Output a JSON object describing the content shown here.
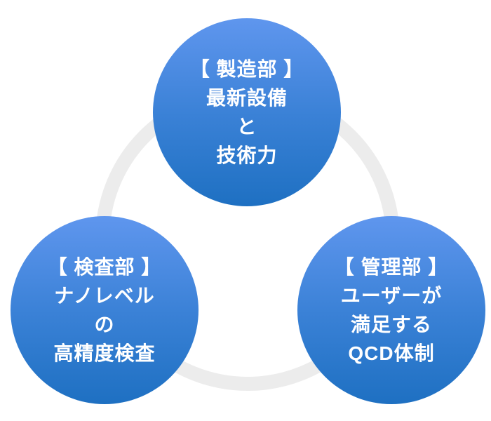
{
  "colors": {
    "background": "#ffffff",
    "ring": "#ececec",
    "circle_gradient_top": "#5f96ee",
    "circle_gradient_mid": "#3a81d6",
    "circle_gradient_bottom": "#1e70c2",
    "text": "#ffffff"
  },
  "diagram": {
    "type": "three-circle-cycle",
    "nodes": [
      {
        "id": "manufacturing",
        "lines": [
          "【 製造部 】",
          "最新設備",
          "と",
          "技術力"
        ]
      },
      {
        "id": "inspection",
        "lines": [
          "【 検査部 】",
          "ナノレベル",
          "の",
          "高精度検査"
        ]
      },
      {
        "id": "management",
        "lines": [
          "【 管理部 】",
          "ユーザーが",
          "満足する",
          "QCD体制"
        ]
      }
    ]
  }
}
